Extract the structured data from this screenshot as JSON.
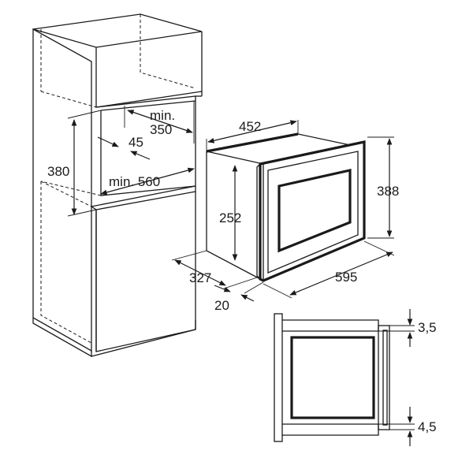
{
  "dimensions": {
    "d452": "452",
    "d388": "388",
    "d252": "252",
    "d595": "595",
    "d327": "327",
    "d20": "20",
    "d380": "380",
    "min350_top": "min.",
    "min350_val": "350",
    "d45": "45",
    "min560": "min. 560",
    "d3_5": "3,5",
    "d4_5": "4,5"
  },
  "colors": {
    "ink": "#1a1a1a",
    "background": "#ffffff"
  }
}
